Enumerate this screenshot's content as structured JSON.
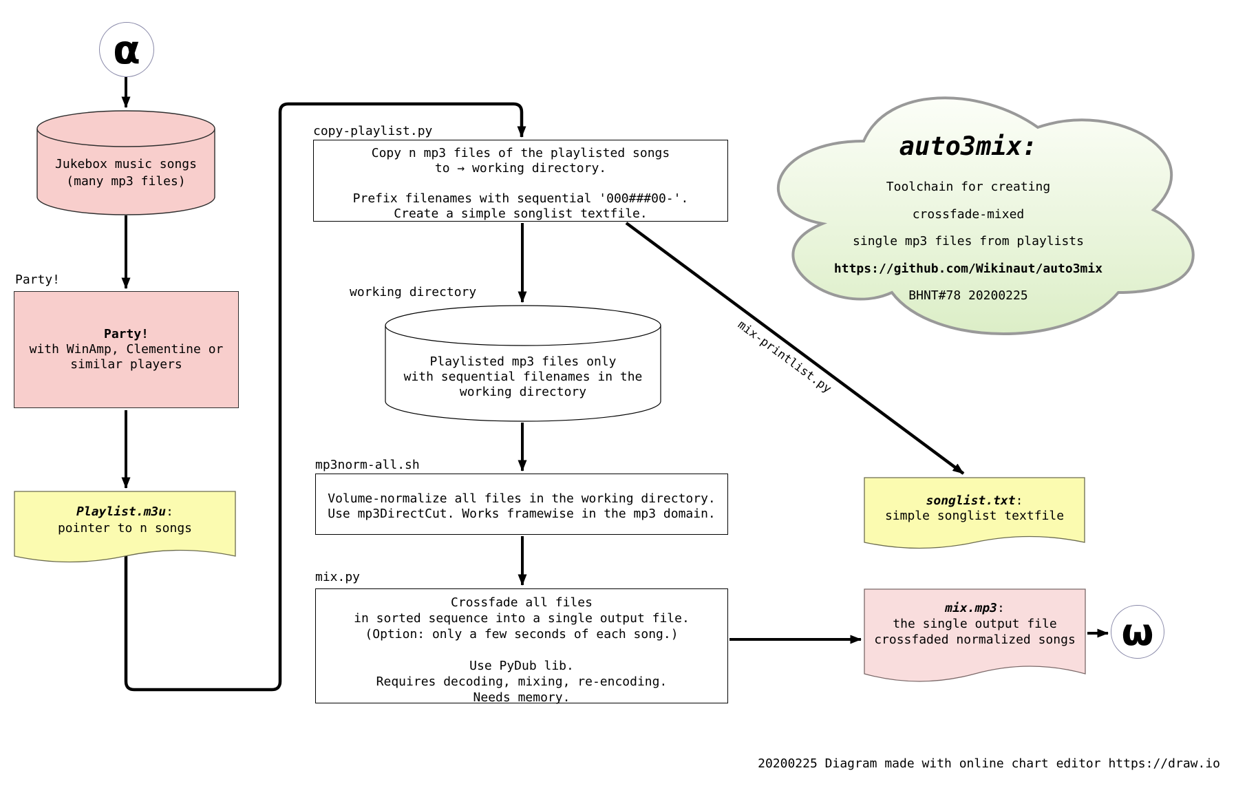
{
  "terminators": {
    "alpha": "α",
    "omega": "ω"
  },
  "jukebox": {
    "lines": [
      "Jukebox music songs",
      "(many mp3 files)"
    ]
  },
  "party": {
    "outer_label": "Party!",
    "title": "Party!",
    "lines": [
      "with WinAmp, Clementine or",
      "similar players"
    ]
  },
  "playlist_doc": {
    "name": "Playlist.m3u",
    "suffix": ":",
    "line": "pointer to n songs"
  },
  "copy_box": {
    "label": "copy-playlist.py",
    "lines": [
      "Copy n mp3 files of the playlisted songs",
      "to → working directory.",
      "",
      "Prefix filenames with sequential '000###00-'.",
      "Create a simple songlist textfile."
    ]
  },
  "workdir": {
    "label": "working directory",
    "lines": [
      "Playlisted mp3 files only",
      "with sequential filenames in the",
      "working directory"
    ]
  },
  "mp3norm_box": {
    "label": "mp3norm-all.sh",
    "lines": [
      "Volume-normalize all files in the working directory.",
      "Use mp3DirectCut. Works framewise in the mp3 domain."
    ]
  },
  "mix_box": {
    "label": "mix.py",
    "lines": [
      "Crossfade all files",
      "in sorted sequence into a single output file.",
      "(Option: only a few seconds of each song.)",
      "",
      "Use PyDub lib.",
      "Requires decoding, mixing, re-encoding.",
      "Needs memory."
    ]
  },
  "cloud": {
    "title": "auto3mix:",
    "lines": [
      "Toolchain for creating",
      "crossfade-mixed",
      "single mp3 files from playlists"
    ],
    "url": "https://github.com/Wikinaut/auto3mix",
    "meta": "BHNT#78 20200225"
  },
  "songlist_doc": {
    "name": "songlist.txt",
    "suffix": ":",
    "line": "simple songlist textfile"
  },
  "mixmp3_doc": {
    "name": "mix.mp3",
    "suffix": ":",
    "lines": [
      "the single output file",
      "crossfaded normalized songs"
    ]
  },
  "edge_labels": {
    "mix_printlist": "mix-printlist.py"
  },
  "footer": {
    "credit": "20200225 Diagram made with online chart editor https://draw.io"
  },
  "colors": {
    "pink_fill": "#f8cecc",
    "yellow_fill": "#fbfbb0",
    "light_pink_fill": "#f9dddd",
    "cloud_fill_bottom": "#dceec7",
    "cloud_stroke": "#999999",
    "line": "#000000"
  }
}
